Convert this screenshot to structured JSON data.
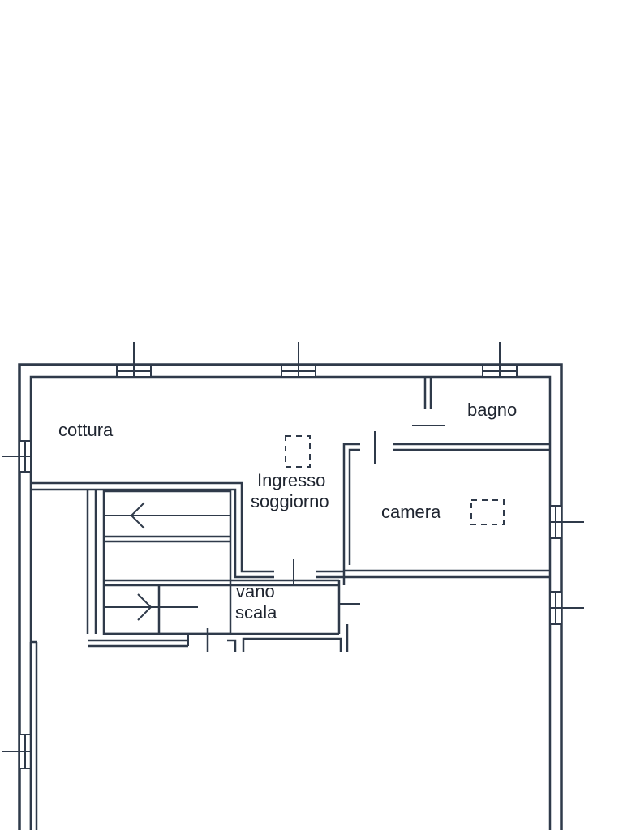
{
  "rooms": {
    "cottura": "cottura",
    "bagno": "bagno",
    "ingresso": "Ingresso",
    "soggiorno": "soggiorno",
    "camera": "camera",
    "vano": "vano",
    "scala": "scala"
  },
  "colors": {
    "wall": "#2f3a4a",
    "background": "#ffffff",
    "text": "#1f2530"
  }
}
